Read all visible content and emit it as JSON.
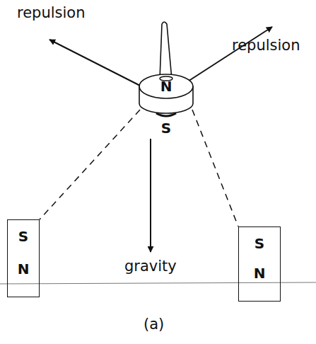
{
  "diagram": {
    "caption": "(a)",
    "nodes": [
      {
        "text": [
          "N",
          "S"
        ]
      },
      {
        "text": [
          "S",
          "N"
        ]
      },
      {
        "text": [
          "S",
          "N"
        ]
      }
    ],
    "edges": [
      {
        "from": 0,
        "to": 1,
        "arrow": "none"
      },
      {
        "from": 0,
        "to": 2,
        "arrow": "none"
      }
    ],
    "labels": [
      "repulsion",
      "repulsion",
      "gravity"
    ]
  }
}
